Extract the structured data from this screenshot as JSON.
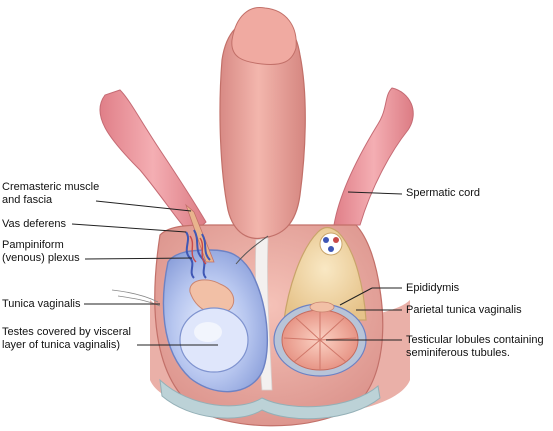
{
  "labels": {
    "cremasteric": "Cremasteric muscle\nand fascia",
    "vas_deferens": "Vas deferens",
    "pampiniform": "Pampiniform\n(venous) plexus",
    "tunica_vaginalis": "Tunica vaginalis",
    "testes_covered": "Testes covered by visceral\nlayer of tunica vaginalis)",
    "spermatic_cord": "Spermatic cord",
    "epididymis": "Epididymis",
    "parietal_tunica": "Parietal tunica vaginalis",
    "testicular_lobules": "Testicular lobules containing\nseminiferous tubules."
  },
  "colors": {
    "skin": "#e9a39c",
    "skin_dark": "#c97872",
    "cord": "#e88e94",
    "tunica_blue": "#b9c7ec",
    "tunica_blue_dark": "#7f93cf",
    "sac_tan": "#f1d9a8",
    "testis_pink": "#f3a99a",
    "scrotal_band": "#bcd2d7",
    "leader": "#222222"
  }
}
